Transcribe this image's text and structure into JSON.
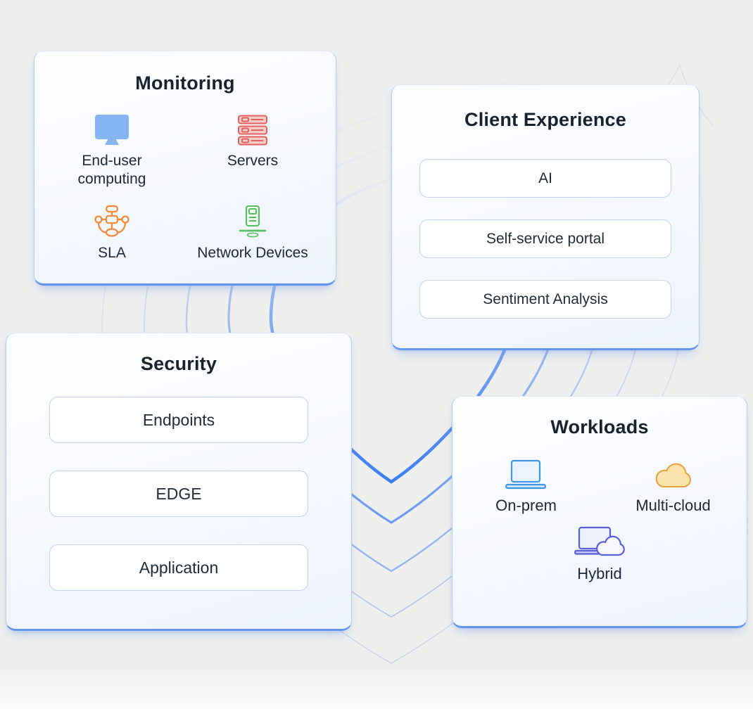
{
  "page": {
    "background_color": "#efefee",
    "accent_blue": "#3c7ef3"
  },
  "cards": {
    "monitoring": {
      "title": "Monitoring",
      "items": [
        {
          "label": "End-user computing",
          "icon": "monitor-icon",
          "color": "#85b5f3"
        },
        {
          "label": "Servers",
          "icon": "servers-icon",
          "color": "#e2615e"
        },
        {
          "label": "SLA",
          "icon": "sla-flowchart-icon",
          "color": "#f08c39"
        },
        {
          "label": "Network Devices",
          "icon": "network-device-icon",
          "color": "#55c163"
        }
      ]
    },
    "client_experience": {
      "title": "Client Experience",
      "buttons": [
        "AI",
        "Self-service portal",
        "Sentiment Analysis"
      ]
    },
    "security": {
      "title": "Security",
      "buttons": [
        "Endpoints",
        "EDGE",
        "Application"
      ]
    },
    "workloads": {
      "title": "Workloads",
      "items": [
        {
          "label": "On-prem",
          "icon": "laptop-icon",
          "color": "#3f96e8"
        },
        {
          "label": "Multi-cloud",
          "icon": "cloud-icon",
          "color": "#e3a33c"
        },
        {
          "label": "Hybrid",
          "icon": "laptop-cloud-icon",
          "color": "#5a5fd8"
        }
      ]
    }
  }
}
